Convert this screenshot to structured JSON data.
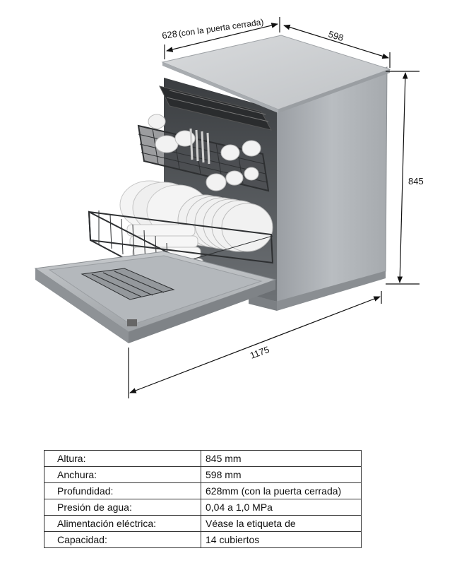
{
  "dimensions": {
    "depth_label": "628",
    "depth_note": "(con la puerta cerrada)",
    "width_label": "598",
    "height_label": "845",
    "open_depth_label": "1175"
  },
  "specs": {
    "rows": [
      {
        "label": "Altura:",
        "value": "845 mm"
      },
      {
        "label": "Anchura:",
        "value": "598 mm"
      },
      {
        "label": "Profundidad:",
        "value": "628mm (con la puerta cerrada)"
      },
      {
        "label": "Presión de agua:",
        "value": "0,04 a 1,0 MPa"
      },
      {
        "label": "Alimentación eléctrica:",
        "value": "Véase la etiqueta de"
      },
      {
        "label": "Capacidad:",
        "value": "14 cubiertos"
      }
    ]
  }
}
